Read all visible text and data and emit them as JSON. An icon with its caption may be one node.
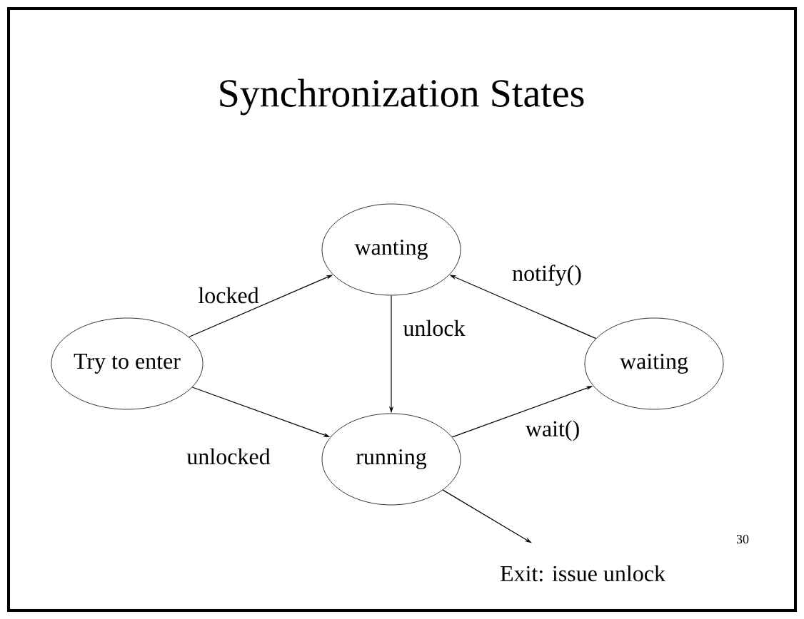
{
  "diagram": {
    "title": "Synchronization States",
    "nodes": [
      {
        "text": [
          "wanting"
        ]
      },
      {
        "text": [
          "Try to enter"
        ]
      },
      {
        "text": [
          "waiting"
        ]
      },
      {
        "text": [
          "running"
        ]
      },
      {
        "text": [
          "Exit: issue unlock"
        ]
      }
    ],
    "edges": [
      {
        "from": 1,
        "to": 0,
        "arrow": "to",
        "label": "locked"
      },
      {
        "from": 2,
        "to": 0,
        "arrow": "to",
        "label": "notify()"
      },
      {
        "from": 0,
        "to": 3,
        "arrow": "to",
        "label": "unlock"
      },
      {
        "from": 1,
        "to": 3,
        "arrow": "to",
        "label": "unlocked"
      },
      {
        "from": 3,
        "to": 2,
        "arrow": "to",
        "label": "wait()"
      },
      {
        "from": 3,
        "to": 4,
        "arrow": "to"
      }
    ],
    "labels": [
      "30"
    ]
  }
}
